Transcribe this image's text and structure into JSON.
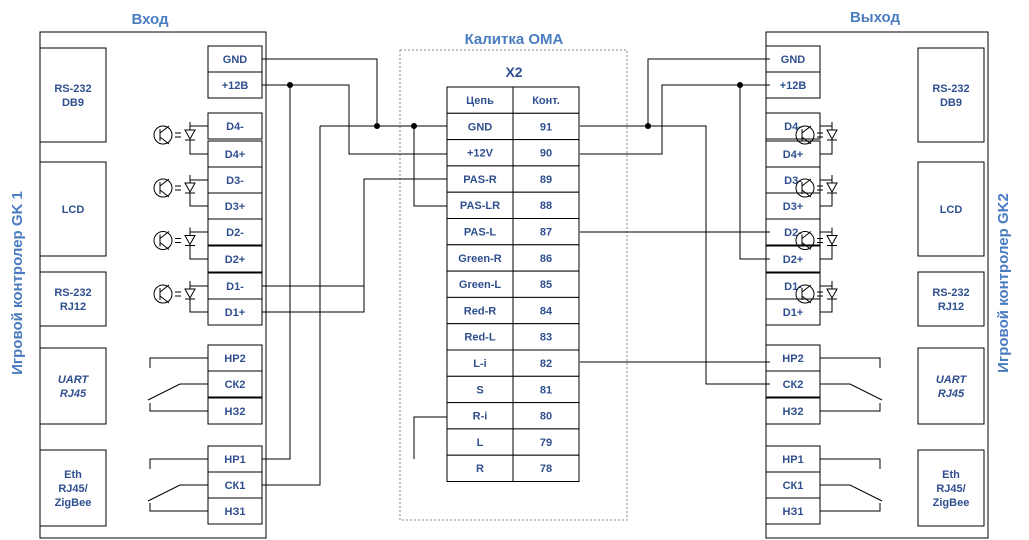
{
  "titles": {
    "input": "Вход",
    "output": "Выход",
    "gate": "Калитка OMA",
    "x2": "X2",
    "left_vertical": "Игровой контролер GK 1",
    "right_vertical": "Игровой контролер GK2"
  },
  "terminal_labels": [
    "GND",
    "+12В",
    "D4-",
    "D4+",
    "D3-",
    "D3+",
    "D2-",
    "D2+",
    "D1-",
    "D1+",
    "НР2",
    "СК2",
    "НЗ2",
    "НР1",
    "СК1",
    "НЗ1"
  ],
  "left_modules": [
    {
      "lines": [
        "RS-232",
        "DB9"
      ],
      "italic": false
    },
    {
      "lines": [
        "LCD"
      ],
      "italic": false
    },
    {
      "lines": [
        "RS-232",
        "RJ12"
      ],
      "italic": false
    },
    {
      "lines": [
        "UART",
        "RJ45"
      ],
      "italic": true
    },
    {
      "lines": [
        "Eth",
        "RJ45/",
        "ZigBee"
      ],
      "italic": false
    }
  ],
  "right_modules": [
    {
      "lines": [
        "RS-232",
        "DB9"
      ],
      "italic": false
    },
    {
      "lines": [
        "LCD"
      ],
      "italic": false
    },
    {
      "lines": [
        "RS-232",
        "RJ12"
      ],
      "italic": false
    },
    {
      "lines": [
        "UART",
        "RJ45"
      ],
      "italic": true
    },
    {
      "lines": [
        "Eth",
        "RJ45/",
        "ZigBee"
      ],
      "italic": false
    }
  ],
  "x2_table": {
    "headers": [
      "Цепь",
      "Конт."
    ],
    "rows": [
      [
        "GND",
        "91"
      ],
      [
        "+12V",
        "90"
      ],
      [
        "PAS-R",
        "89"
      ],
      [
        "PAS-LR",
        "88"
      ],
      [
        "PAS-L",
        "87"
      ],
      [
        "Green-R",
        "86"
      ],
      [
        "Green-L",
        "85"
      ],
      [
        "Red-R",
        "84"
      ],
      [
        "Red-L",
        "83"
      ],
      [
        "L-i",
        "82"
      ],
      [
        "S",
        "81"
      ],
      [
        "R-i",
        "80"
      ],
      [
        "L",
        "79"
      ],
      [
        "R",
        "78"
      ]
    ]
  }
}
